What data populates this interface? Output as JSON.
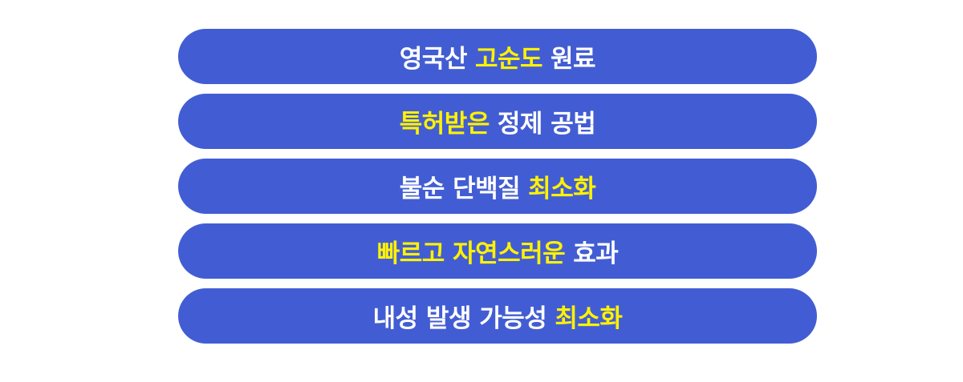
{
  "colors": {
    "pill_background": "#425dd3",
    "text_white": "#ffffff",
    "text_highlight": "#fff200",
    "page_background": "#ffffff"
  },
  "pills": [
    {
      "part1": "영국산",
      "part2_highlight": "고순도",
      "part3": "원료"
    },
    {
      "part1_highlight": "특허받은",
      "part2": "정제 공법"
    },
    {
      "part1": "불순 단백질",
      "part2_highlight": "최소화"
    },
    {
      "part1_highlight": "빠르고 자연스러운",
      "part2": "효과"
    },
    {
      "part1": "내성 발생 가능성",
      "part2_highlight": "최소화"
    }
  ]
}
